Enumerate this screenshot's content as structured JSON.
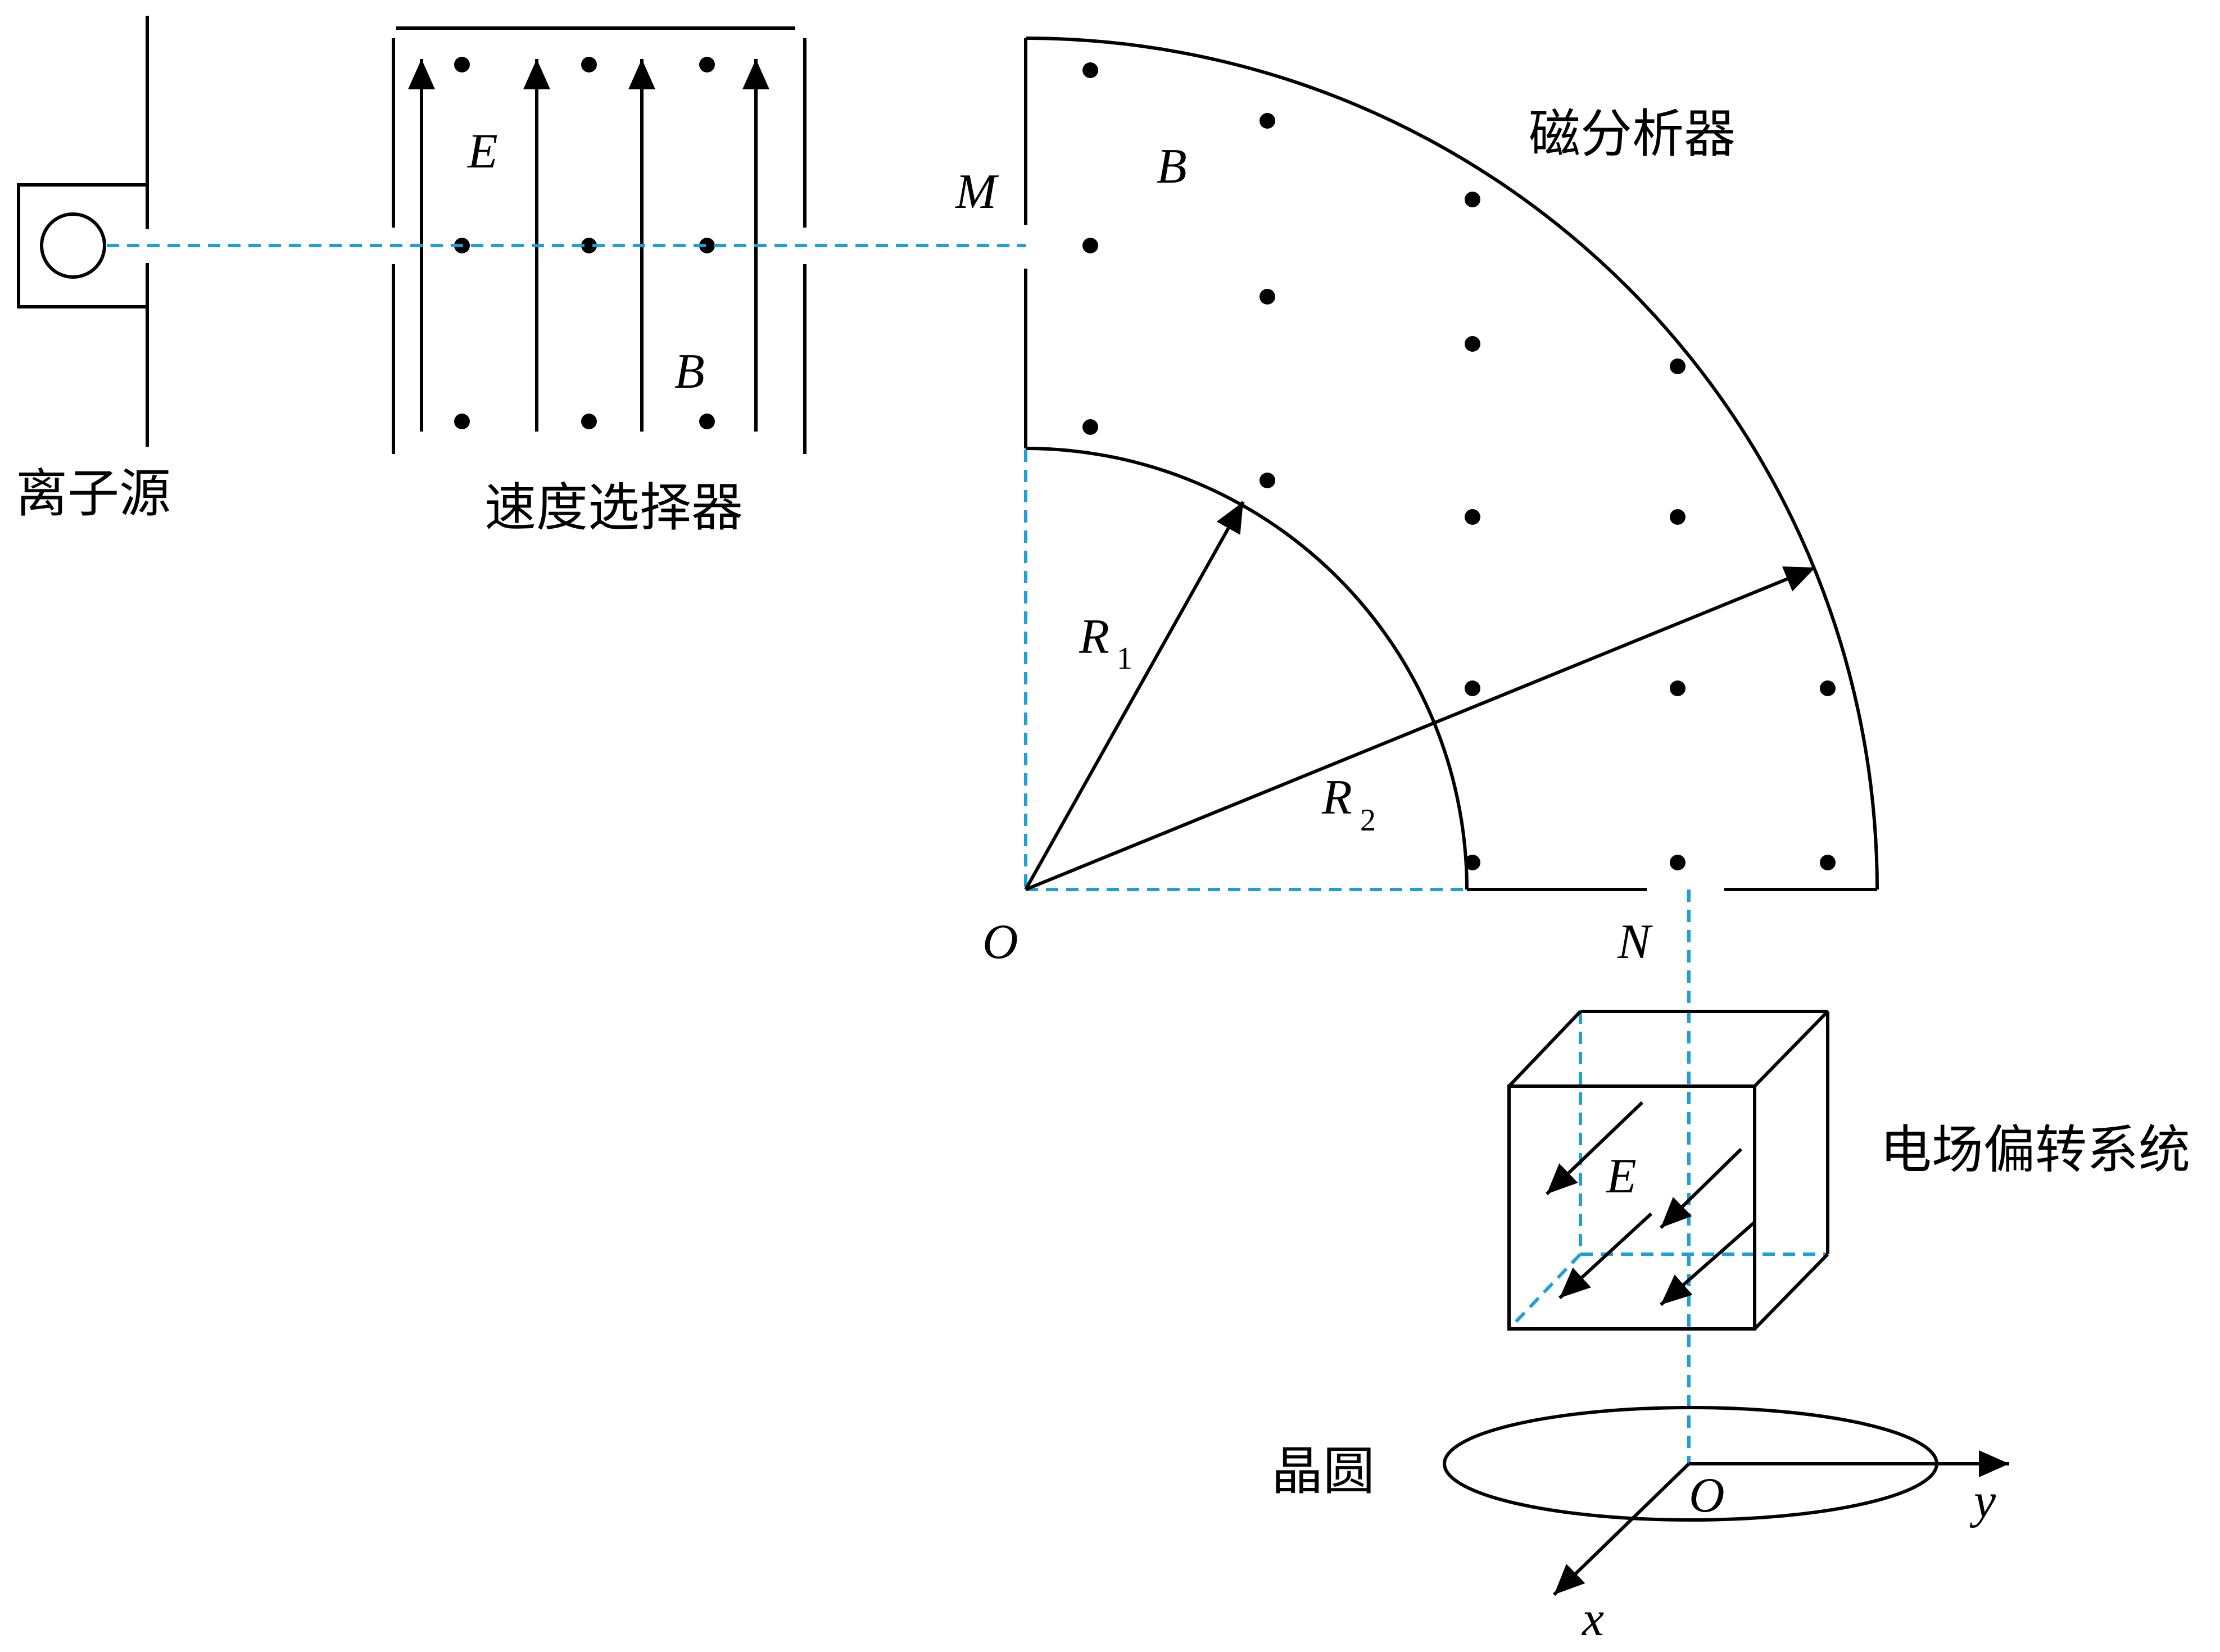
{
  "labels": {
    "ion_source": "离子源",
    "velocity_selector": "速度选择器",
    "magnetic_analyzer": "磁分析器",
    "deflection_system": "电场偏转系统",
    "wafer": "晶圆"
  },
  "symbols": {
    "E_selector": "E",
    "B_selector": "B",
    "B_analyzer": "B",
    "M": "M",
    "N": "N",
    "O_center": "O",
    "R1": "R",
    "R1_sub": "1",
    "R2": "R",
    "R2_sub": "2",
    "E_deflect": "E",
    "O_wafer": "O",
    "axis_x": "x",
    "axis_y": "y"
  },
  "colors": {
    "line": "#000000",
    "beam": "#1f9fd8"
  }
}
